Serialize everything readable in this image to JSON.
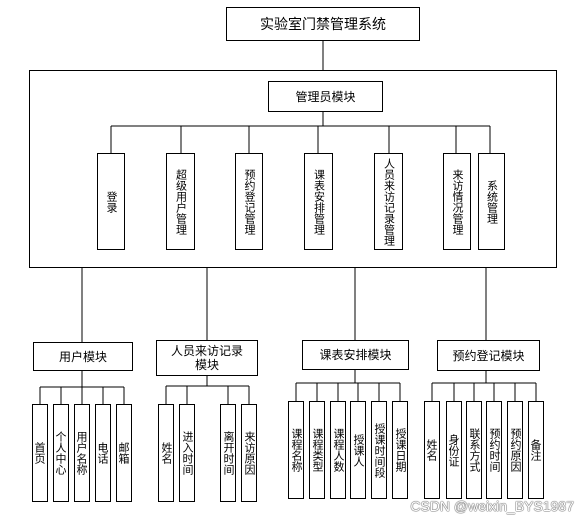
{
  "title": "实验室门禁管理系统",
  "admin_module": {
    "label": "管理员模块",
    "children": [
      "登录",
      "超级用户管理",
      "预约登记管理",
      "课表安排管理",
      "人员来访记录管理",
      "来访情况管理",
      "系统管理"
    ]
  },
  "modules": [
    {
      "label": "用户模块",
      "children": [
        "首页",
        "个人中心",
        "用户名称",
        "电话",
        "邮箱"
      ]
    },
    {
      "label": "人员来访记录模块",
      "children": [
        "姓名",
        "进入时间",
        "离开时间",
        "来访原因"
      ]
    },
    {
      "label": "课表安排模块",
      "children": [
        "课程名称",
        "课程类型",
        "课程人数",
        "授课人",
        "授课时间段",
        "授课日期"
      ]
    },
    {
      "label": "预约登记模块",
      "children": [
        "姓名",
        "身份证",
        "联系方式",
        "预约时间",
        "预约原因",
        "备注"
      ]
    }
  ],
  "watermark": "CSDN @weixin_BYS1987"
}
